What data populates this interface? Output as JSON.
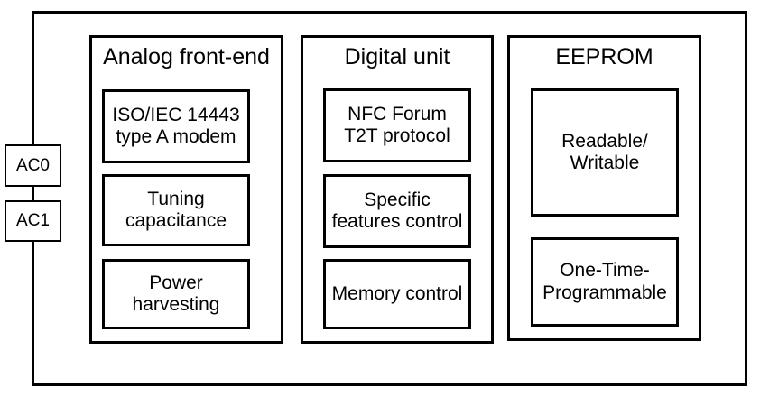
{
  "diagram": {
    "pins": [
      {
        "label": "AC0"
      },
      {
        "label": "AC1"
      }
    ],
    "panels": [
      {
        "title": "Analog front-end",
        "blocks": [
          {
            "label": "ISO/IEC 14443\ntype A modem"
          },
          {
            "label": "Tuning\ncapacitance"
          },
          {
            "label": "Power\nharvesting"
          }
        ]
      },
      {
        "title": "Digital unit",
        "blocks": [
          {
            "label": "NFC Forum\nT2T protocol"
          },
          {
            "label": "Specific\nfeatures control"
          },
          {
            "label": "Memory control"
          }
        ]
      },
      {
        "title": "EEPROM",
        "blocks": [
          {
            "label": "Readable/\nWritable"
          },
          {
            "label": "One-Time-\nProgrammable"
          }
        ]
      }
    ],
    "colors": {
      "line": "#000000",
      "background": "#ffffff"
    }
  }
}
